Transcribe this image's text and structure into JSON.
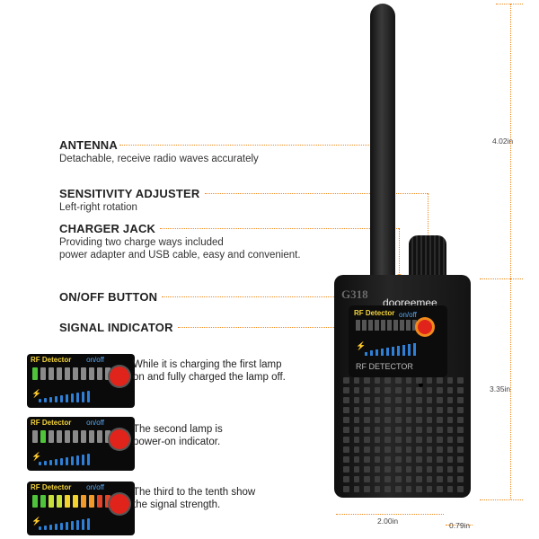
{
  "features": [
    {
      "title": "ANTENNA",
      "desc": [
        "Detachable, receive radio waves accurately"
      ]
    },
    {
      "title": "SENSITIVITY ADJUSTER",
      "desc": [
        "Left-right rotation"
      ]
    },
    {
      "title": "CHARGER JACK",
      "desc": [
        "Providing two charge ways included",
        "power adapter and USB cable, easy and convenient."
      ]
    },
    {
      "title": "ON/OFF BUTTON",
      "desc": []
    },
    {
      "title": "SIGNAL INDICATOR",
      "desc": []
    }
  ],
  "device": {
    "model": "G318",
    "brand": "dooreemee",
    "panel_label": "RF Detector",
    "onoff_label": "on/off",
    "bottom_label": "RF DETECTOR"
  },
  "dimensions": {
    "antenna_height": "4.02in",
    "body_height": "3.35in",
    "width": "2.00in",
    "depth": "0.79in"
  },
  "indicator_examples": [
    {
      "rf_label": "RF Detector",
      "onoff_label": "on/off",
      "text": [
        "While it is charging the first lamp",
        "on and fully charged the lamp off."
      ],
      "lamps": [
        "#4fc43a",
        "#8a8a8a",
        "#8a8a8a",
        "#8a8a8a",
        "#8a8a8a",
        "#8a8a8a",
        "#8a8a8a",
        "#8a8a8a",
        "#8a8a8a",
        "#8a8a8a"
      ]
    },
    {
      "rf_label": "RF Detector",
      "onoff_label": "on/off",
      "text": [
        "The second lamp is",
        "power-on indicator."
      ],
      "lamps": [
        "#8a8a8a",
        "#4fc43a",
        "#8a8a8a",
        "#8a8a8a",
        "#8a8a8a",
        "#8a8a8a",
        "#8a8a8a",
        "#8a8a8a",
        "#8a8a8a",
        "#8a8a8a"
      ]
    },
    {
      "rf_label": "RF Detector",
      "onoff_label": "on/off",
      "text": [
        "The third to the tenth show",
        "the signal strength."
      ],
      "lamps": [
        "#4fc43a",
        "#4fc43a",
        "#c8e03a",
        "#c8e03a",
        "#f2d32e",
        "#f2d32e",
        "#f29a2a",
        "#f29a2a",
        "#e2442a",
        "#e2442a"
      ]
    }
  ],
  "colors": {
    "accent": "#f08a1c",
    "button_red": "#e0241b"
  }
}
